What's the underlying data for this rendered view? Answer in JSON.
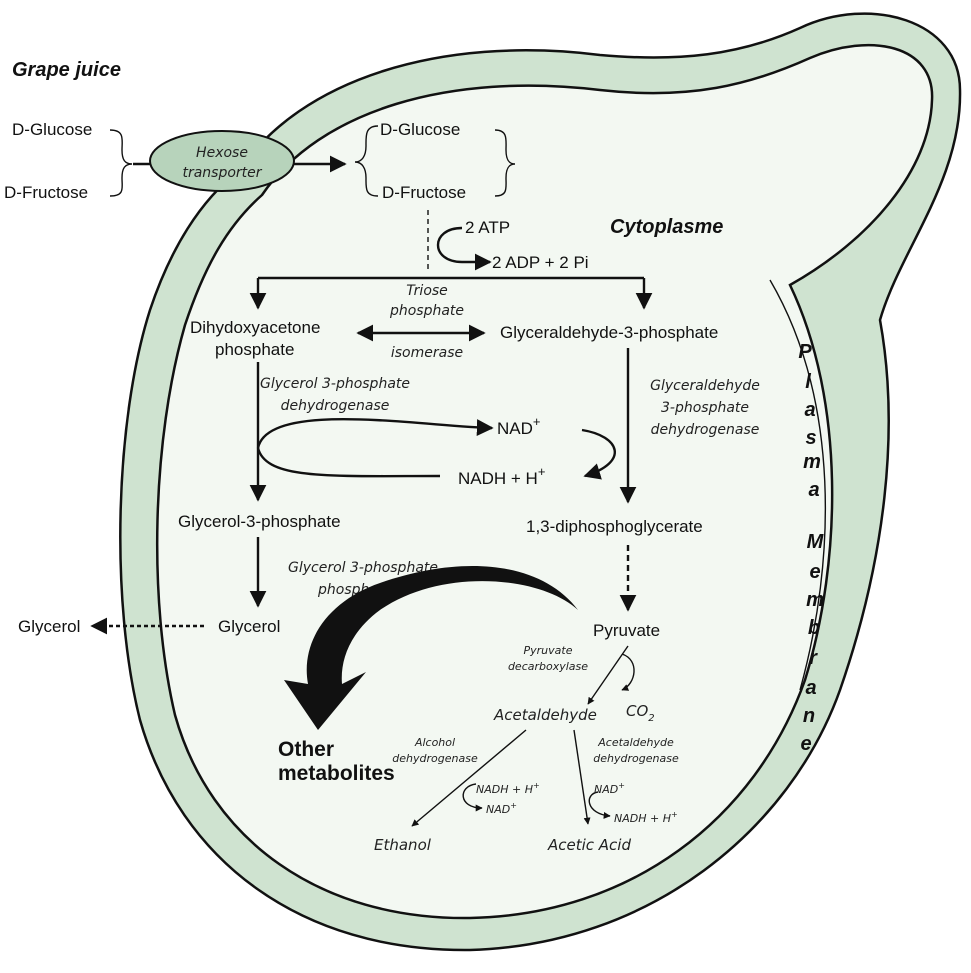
{
  "header": {
    "grape_juice": "Grape juice",
    "cytoplasme": "Cytoplasme"
  },
  "inputs": {
    "glucose": "D-Glucose",
    "fructose": "D-Fructose",
    "transporter_line1": "Hexose",
    "transporter_line2": "transporter"
  },
  "inside": {
    "glucose": "D-Glucose",
    "fructose": "D-Fructose",
    "atp": "2 ATP",
    "adp": "2 ADP + 2 Pi"
  },
  "nodes": {
    "dhap_line1": "Dihydoxyacetone",
    "dhap_line2": "phosphate",
    "g3p": "Glyceraldehyde-3-phosphate",
    "glycerol3p": "Glycerol-3-phosphate",
    "glycerol_inside": "Glycerol",
    "glycerol_out": "Glycerol",
    "bpg": "1,3-diphosphoglycerate",
    "pyruvate": "Pyruvate",
    "other_line1": "Other",
    "other_line2": "metabolites",
    "nad_plus": "NAD",
    "nadh": "NADH + H"
  },
  "enzymes": {
    "tpi_line1": "Triose",
    "tpi_line2": "phosphate",
    "tpi_line3": "isomerase",
    "gpd_line1": "Glycerol 3-phosphate",
    "gpd_line2": "dehydrogenase",
    "gapdh_line1": "Glyceraldehyde",
    "gapdh_line2": "3-phosphate",
    "gapdh_line3": "dehydrogenase",
    "gpp_line1": "Glycerol 3-phosphate",
    "gpp_line2": "phosphatase",
    "pdc_line1": "Pyruvate",
    "pdc_line2": "decarboxylase",
    "adh_line1": "Alcohol",
    "adh_line2": "dehydrogenase",
    "ald_line1": "Acetaldehyde",
    "ald_line2": "dehydrogenase"
  },
  "fermentation": {
    "co2": "CO",
    "co2_sub": "2",
    "acetaldehyde": "Acetaldehyde",
    "ethanol": "Ethanol",
    "acetic_acid": "Acetic Acid",
    "adh_nadh": "NADH + H",
    "adh_nad": "NAD",
    "ald_nad": "NAD",
    "ald_nadh": "NADH + H",
    "plus": "+"
  },
  "membrane_letters": [
    "P",
    "l",
    "a",
    "s",
    "m",
    "a",
    "M",
    "e",
    "m",
    "b",
    "r",
    "a",
    "n",
    "e"
  ],
  "colors": {
    "cell_wall": "#cfe3d0",
    "cytoplasm": "#f3f8f2",
    "outline": "#111111"
  }
}
